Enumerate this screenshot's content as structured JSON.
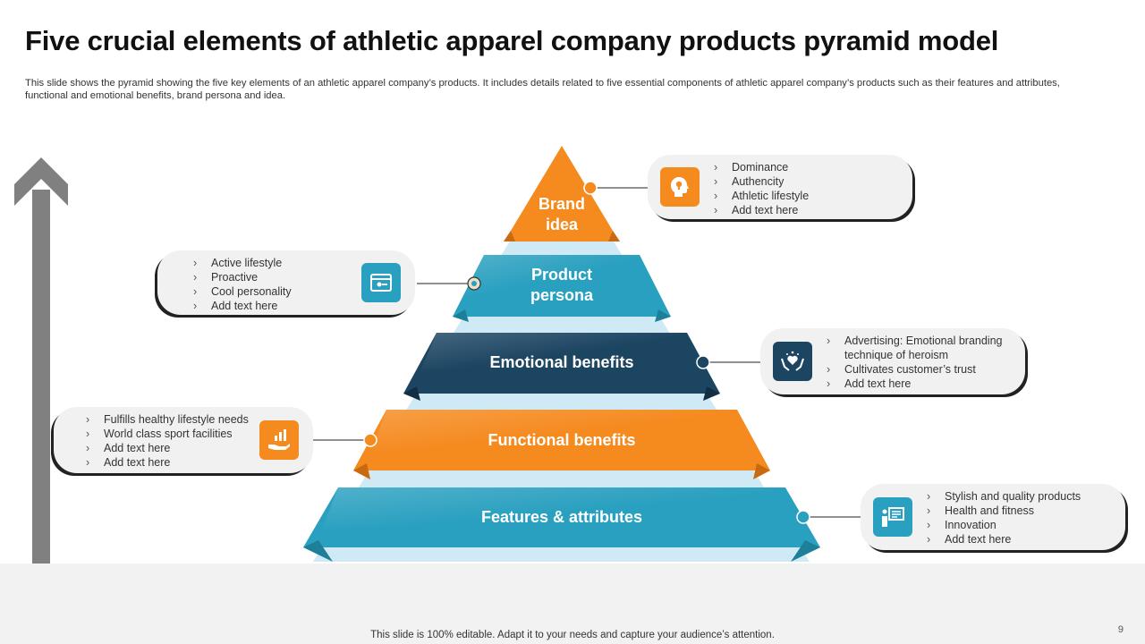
{
  "title": "Five crucial elements of athletic apparel company products pyramid model",
  "subtitle": "This slide shows the pyramid showing the five key elements of an athletic apparel company’s products. It includes details related to five essential components of athletic apparel company’s products such as their features and attributes, functional and emotional benefits, brand persona and idea.",
  "colors": {
    "orange": "#f58a1f",
    "blue": "#2aa0c0",
    "navy": "#1c4562",
    "light": "#cfe9f5",
    "arrow": "#808080"
  },
  "levels": [
    {
      "label_line1": "Brand",
      "label_line2": "idea",
      "color": "#f58a1f"
    },
    {
      "label_line1": "Product",
      "label_line2": "persona",
      "color": "#2aa0c0"
    },
    {
      "label": "Emotional benefits",
      "color": "#1c4562"
    },
    {
      "label": "Functional benefits",
      "color": "#f58a1f"
    },
    {
      "label": "Features & attributes",
      "color": "#2aa0c0"
    }
  ],
  "cards": {
    "brand_idea": {
      "icon": "head-idea-icon",
      "items": [
        "Dominance",
        "Authencity",
        "Athletic lifestyle",
        "Add text here"
      ]
    },
    "product_persona": {
      "icon": "browser-window-icon",
      "items": [
        "Active lifestyle",
        "Proactive",
        "Cool personality",
        "Add text here"
      ]
    },
    "emotional_benefits": {
      "icon": "hands-heart-icon",
      "items": [
        "Advertising:  Emotional branding technique of heroism",
        "Cultivates  customer’s trust",
        "Add text here"
      ]
    },
    "functional_benefits": {
      "icon": "hand-chart-icon",
      "items": [
        "Fulfills healthy lifestyle needs",
        "World class sport facilities",
        "Add text here",
        "Add text here"
      ]
    },
    "features_attributes": {
      "icon": "presentation-board-icon",
      "items": [
        "Stylish and quality products",
        "Health and fitness",
        "Innovation",
        "Add text here"
      ]
    }
  },
  "footer": "This slide is 100% editable. Adapt it to your needs and capture your audience’s attention.",
  "page_number": "9"
}
